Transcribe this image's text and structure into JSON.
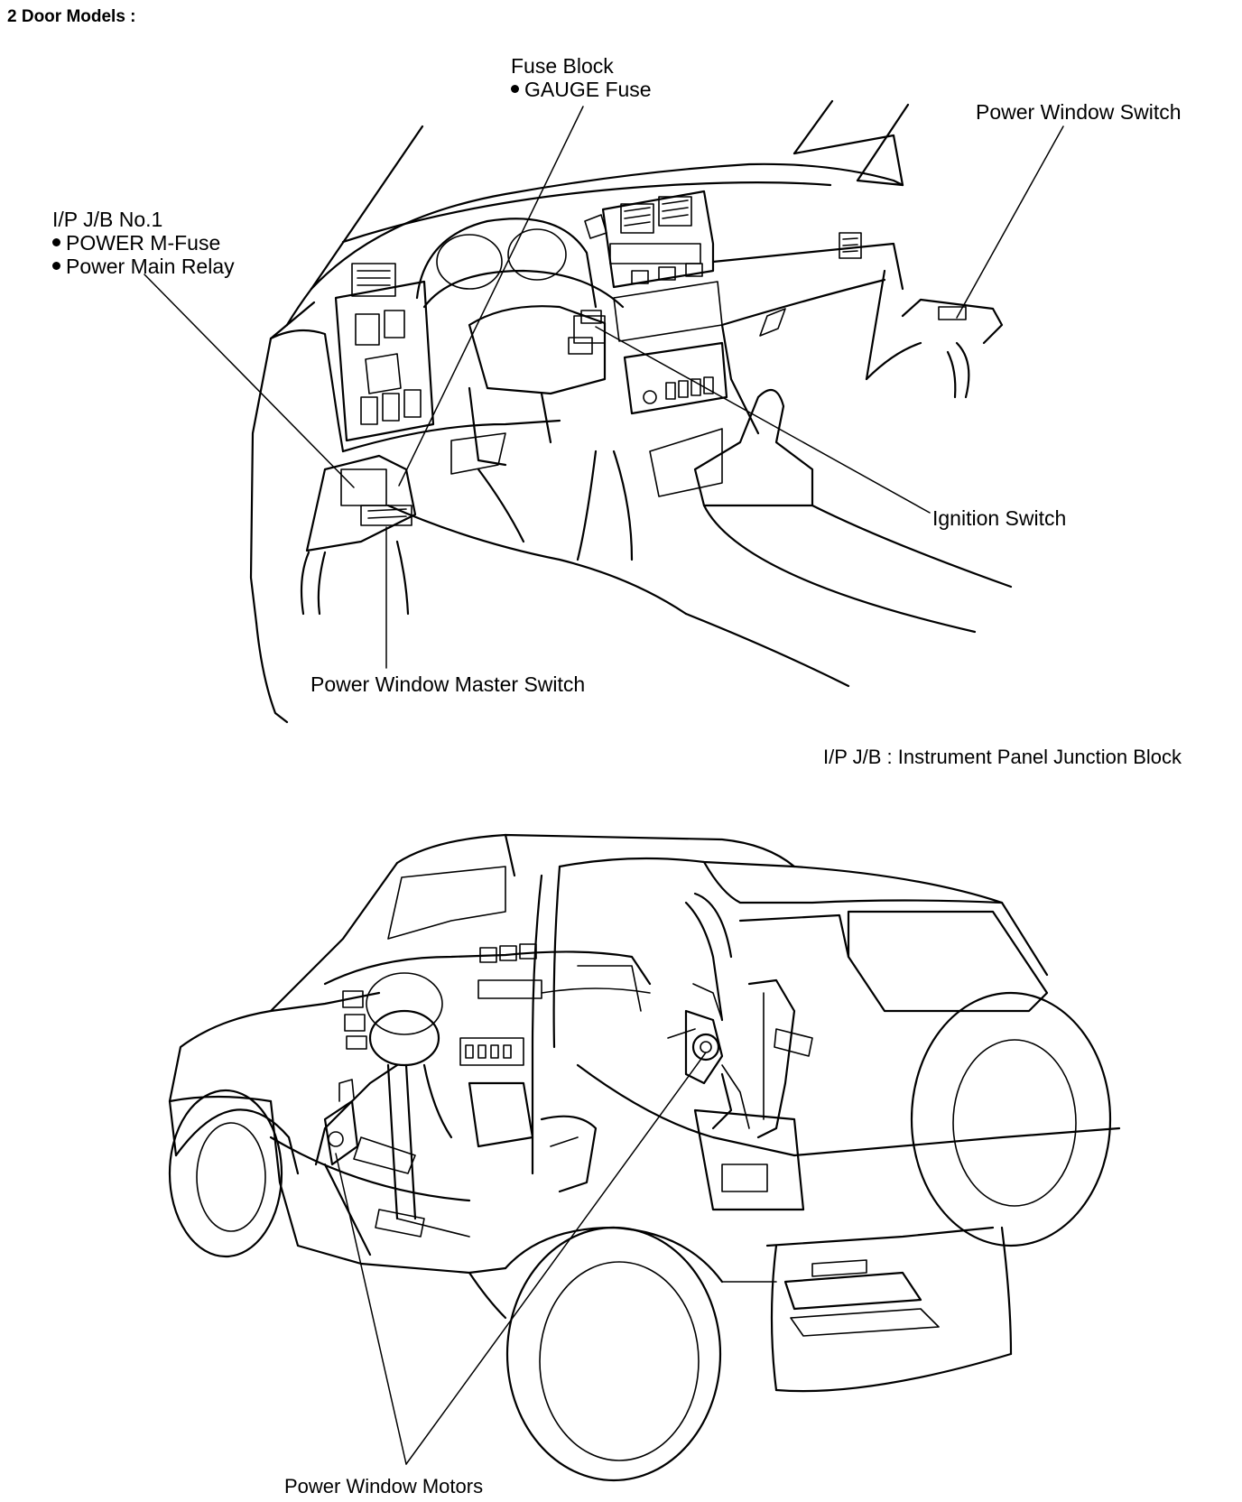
{
  "heading": "2 Door Models :",
  "labels": {
    "fuse_block": "Fuse Block",
    "gauge_fuse": "GAUGE Fuse",
    "power_window_switch": "Power Window Switch",
    "ip_jb_no1": "I/P J/B No.1",
    "power_m_fuse": "POWER M-Fuse",
    "power_main_relay": "Power Main Relay",
    "ignition_switch": "Ignition Switch",
    "power_window_master_switch": "Power Window Master Switch",
    "abbreviation_note": "I/P J/B : Instrument Panel Junction Block",
    "power_window_motors": "Power Window Motors"
  }
}
